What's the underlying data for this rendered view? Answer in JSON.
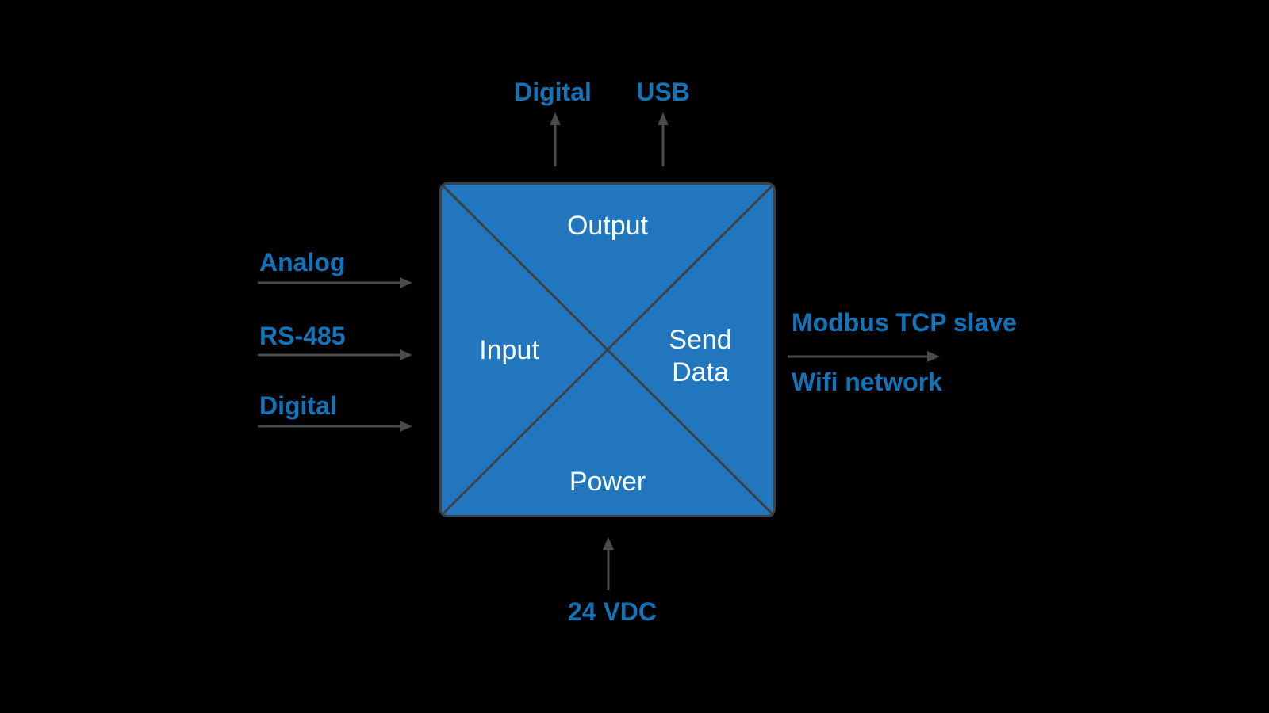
{
  "diagram": {
    "device": {
      "top_quadrant": "Output",
      "left_quadrant": "Input",
      "right_quadrant_line1": "Send",
      "right_quadrant_line2": "Data",
      "bottom_quadrant": "Power"
    },
    "inputs_left": [
      {
        "label": "Analog"
      },
      {
        "label": "RS-485"
      },
      {
        "label": "Digital"
      }
    ],
    "outputs_top": [
      {
        "label": "Digital"
      },
      {
        "label": "USB"
      }
    ],
    "output_right": {
      "above_arrow": "Modbus TCP slave",
      "below_arrow": "Wifi network"
    },
    "power_bottom": {
      "label": "24 VDC"
    }
  },
  "colors": {
    "background": "#000000",
    "box_fill": "#2176bd",
    "box_border": "#3d4044",
    "arrow": "#494b4e",
    "label_blue": "#1273b9",
    "box_text": "#fafdff"
  }
}
